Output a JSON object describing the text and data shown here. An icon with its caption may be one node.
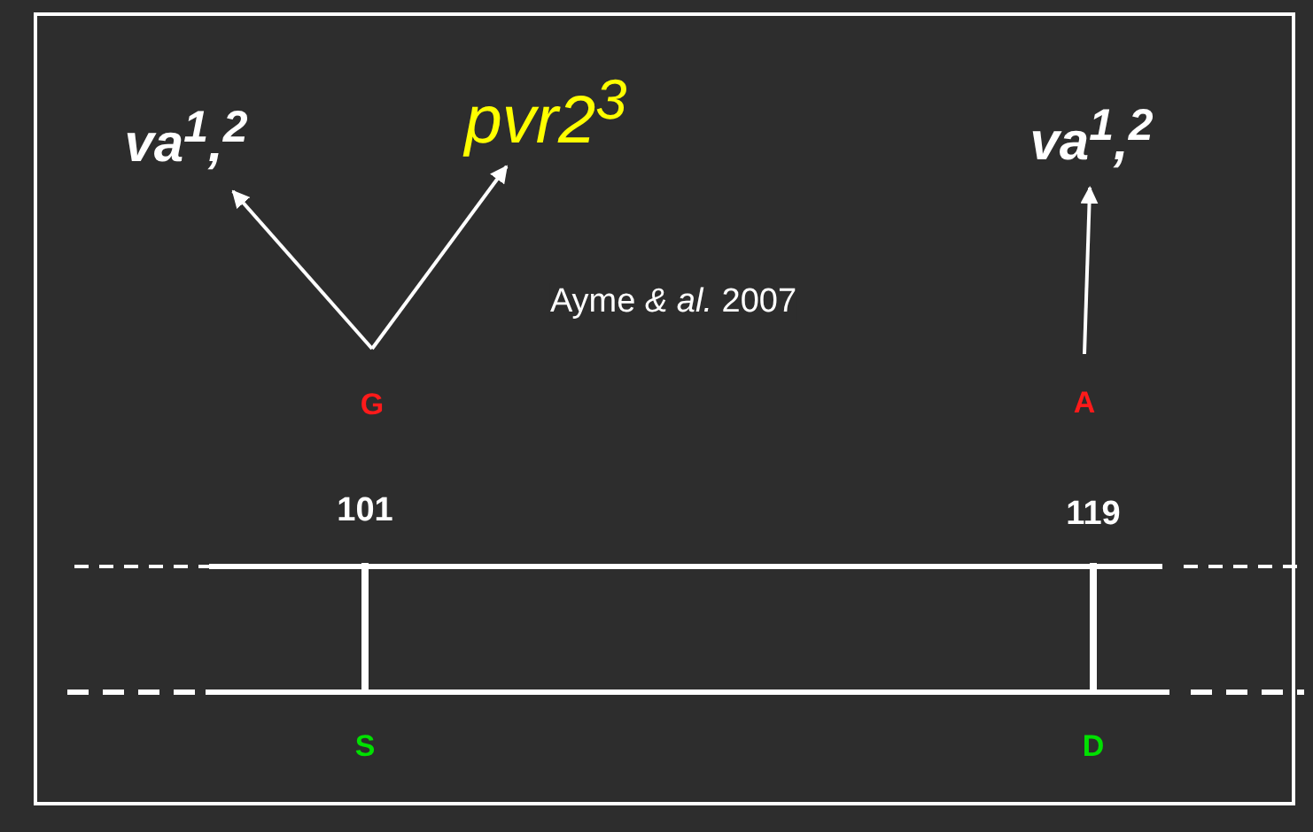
{
  "diagram": {
    "nodes": [
      {
        "text": [
          "va$^{1}$,$^{2}$"
        ]
      },
      {
        "text": [
          "pvr2$^{3}$"
        ]
      },
      {
        "text": [
          "va$^{1}$,$^{2}$"
        ]
      },
      {
        "text": [
          "G"
        ]
      },
      {
        "text": [
          "A"
        ]
      }
    ],
    "edges": [
      {
        "from": 3,
        "to": 0,
        "arrow": "to"
      },
      {
        "from": 3,
        "to": 1,
        "arrow": "to",
        "label": "Ayme *& al.* 2007"
      },
      {
        "from": 4,
        "to": 2,
        "arrow": "to"
      }
    ],
    "labels": [
      "101",
      "119",
      "S",
      "D"
    ]
  }
}
